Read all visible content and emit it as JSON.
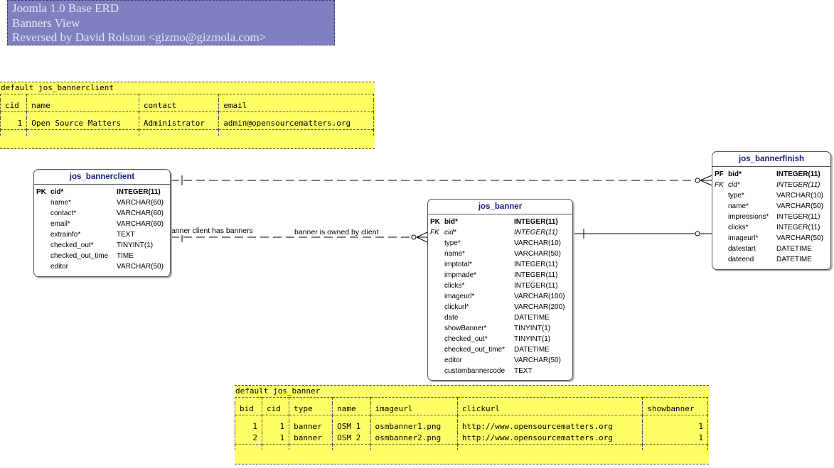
{
  "title": {
    "line1": "Joomla 1.0 Base ERD",
    "line2": "Banners View",
    "line3": "Reversed by David Rolston <gizmo@gizmola.com>"
  },
  "note_client": {
    "header": "default jos_bannerclient",
    "columns": [
      "cid",
      "name",
      "contact",
      "email"
    ],
    "rows": [
      [
        "1",
        "Open Source Matters",
        "Administrator",
        "admin@opensourcematters.org"
      ]
    ]
  },
  "note_banner": {
    "header": "default jos_banner",
    "columns": [
      "bid",
      "cid",
      "type",
      "name",
      "imageurl",
      "clickurl",
      "showbanner"
    ],
    "rows": [
      [
        "1",
        "1",
        "banner",
        "OSM 1",
        "osmbanner1.png",
        "http://www.opensourcematters.org",
        "1"
      ],
      [
        "2",
        "1",
        "banner",
        "OSM 2",
        "osmbanner2.png",
        "http://www.opensourcematters.org",
        "1"
      ]
    ]
  },
  "entities": {
    "bannerclient": {
      "name": "jos_bannerclient",
      "fields": [
        {
          "key": "PK",
          "name": "cid*",
          "type": "INTEGER(11)",
          "style": "b"
        },
        {
          "key": "",
          "name": "name*",
          "type": "VARCHAR(60)",
          "style": ""
        },
        {
          "key": "",
          "name": "contact*",
          "type": "VARCHAR(60)",
          "style": ""
        },
        {
          "key": "",
          "name": "email*",
          "type": "VARCHAR(60)",
          "style": ""
        },
        {
          "key": "",
          "name": "extrainfo*",
          "type": "TEXT",
          "style": ""
        },
        {
          "key": "",
          "name": "checked_out*",
          "type": "TINYINT(1)",
          "style": ""
        },
        {
          "key": "",
          "name": "checked_out_time",
          "type": "TIME",
          "style": ""
        },
        {
          "key": "",
          "name": "editor",
          "type": "VARCHAR(50)",
          "style": ""
        }
      ]
    },
    "banner": {
      "name": "jos_banner",
      "fields": [
        {
          "key": "PK",
          "name": "bid*",
          "type": "INTEGER(11)",
          "style": "b"
        },
        {
          "key": "FK",
          "name": "cid*",
          "type": "INTEGER(11)",
          "style": "i"
        },
        {
          "key": "",
          "name": "type*",
          "type": "VARCHAR(10)",
          "style": ""
        },
        {
          "key": "",
          "name": "name*",
          "type": "VARCHAR(50)",
          "style": ""
        },
        {
          "key": "",
          "name": "imptotal*",
          "type": "INTEGER(11)",
          "style": ""
        },
        {
          "key": "",
          "name": "impmade*",
          "type": "INTEGER(11)",
          "style": ""
        },
        {
          "key": "",
          "name": "clicks*",
          "type": "INTEGER(11)",
          "style": ""
        },
        {
          "key": "",
          "name": "imageurl*",
          "type": "VARCHAR(100)",
          "style": ""
        },
        {
          "key": "",
          "name": "clickurl*",
          "type": "VARCHAR(200)",
          "style": ""
        },
        {
          "key": "",
          "name": "date",
          "type": "DATETIME",
          "style": ""
        },
        {
          "key": "",
          "name": "showBanner*",
          "type": "TINYINT(1)",
          "style": ""
        },
        {
          "key": "",
          "name": "checked_out*",
          "type": "TINYINT(1)",
          "style": ""
        },
        {
          "key": "",
          "name": "checked_out_time*",
          "type": "DATETIME",
          "style": ""
        },
        {
          "key": "",
          "name": "editor",
          "type": "VARCHAR(50)",
          "style": ""
        },
        {
          "key": "",
          "name": "custombannercode",
          "type": "TEXT",
          "style": ""
        }
      ]
    },
    "bannerfinish": {
      "name": "jos_bannerfinish",
      "fields": [
        {
          "key": "PF",
          "name": "bid*",
          "type": "INTEGER(11)",
          "style": "b"
        },
        {
          "key": "FK",
          "name": "cid*",
          "type": "INTEGER(11)",
          "style": "i"
        },
        {
          "key": "",
          "name": "type*",
          "type": "VARCHAR(10)",
          "style": ""
        },
        {
          "key": "",
          "name": "name*",
          "type": "VARCHAR(50)",
          "style": ""
        },
        {
          "key": "",
          "name": "impressions*",
          "type": "INTEGER(11)",
          "style": ""
        },
        {
          "key": "",
          "name": "clicks*",
          "type": "INTEGER(11)",
          "style": ""
        },
        {
          "key": "",
          "name": "imageurl*",
          "type": "VARCHAR(50)",
          "style": ""
        },
        {
          "key": "",
          "name": "datestart",
          "type": "DATETIME",
          "style": ""
        },
        {
          "key": "",
          "name": "dateend",
          "type": "DATETIME",
          "style": ""
        }
      ]
    }
  },
  "relationships": {
    "client_has_banners": "banner client has banners",
    "banner_owned_by_client": "banner is owned by client"
  }
}
